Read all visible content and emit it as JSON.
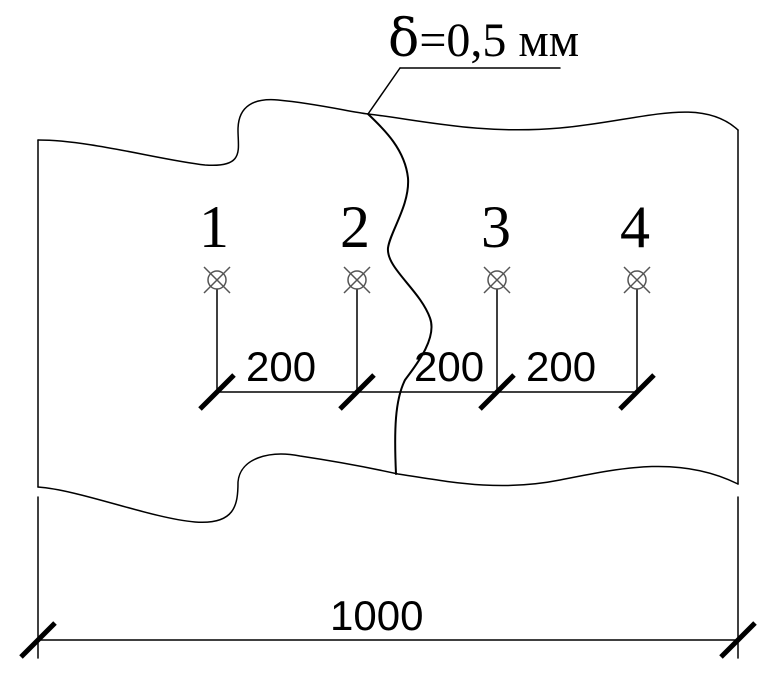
{
  "callout": {
    "symbol": "δ",
    "value": "=0,5 мм"
  },
  "points": [
    {
      "label": "1",
      "icon": "crossed-circle-icon"
    },
    {
      "label": "2",
      "icon": "crossed-circle-icon"
    },
    {
      "label": "3",
      "icon": "crossed-circle-icon"
    },
    {
      "label": "4",
      "icon": "crossed-circle-icon"
    }
  ],
  "dimensions": {
    "spacing_1_2": "200",
    "spacing_2_3": "200",
    "spacing_3_4": "200",
    "overall": "1000"
  }
}
